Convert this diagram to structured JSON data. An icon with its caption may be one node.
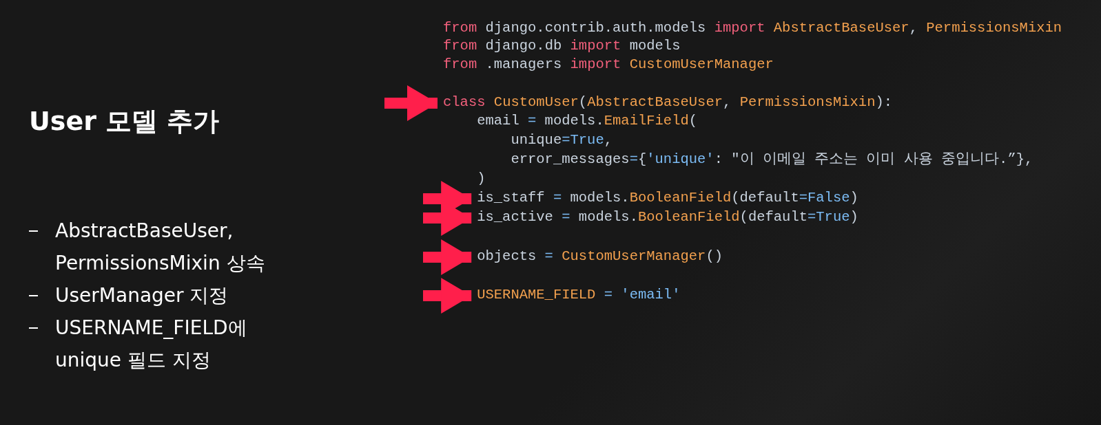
{
  "diagram": {
    "title": "User 모델 추가",
    "nodes": [
      {
        "text": [
          "class CustomUser(AbstractBaseUser, PermissionsMixin):"
        ]
      },
      {
        "text": [
          "is_staff = models.BooleanField(default=False)"
        ]
      },
      {
        "text": [
          "is_active = models.BooleanField(default=True)"
        ]
      },
      {
        "text": [
          "objects = CustomUserManager()"
        ]
      },
      {
        "text": [
          "USERNAME_FIELD = 'email'"
        ]
      }
    ],
    "edges": [
      {
        "from": null,
        "to": 0,
        "arrow": "to"
      },
      {
        "from": null,
        "to": 1,
        "arrow": "to"
      },
      {
        "from": null,
        "to": 2,
        "arrow": "to"
      },
      {
        "from": null,
        "to": 3,
        "arrow": "to"
      },
      {
        "from": null,
        "to": 4,
        "arrow": "to"
      }
    ],
    "labels": [
      "AbstractBaseUser, PermissionsMixin 상속",
      "UserManager 지정",
      "USERNAME_FIELD에 unique 필드 지정",
      "from django.contrib.auth.models import AbstractBaseUser, PermissionsMixin",
      "from django.db import models",
      "from .managers import CustomUserManager",
      "email = models.EmailField(",
      "unique=True,",
      "error_messages={'unique': \"이 이메일 주소는 이미 사용 중입니다.”},",
      ")"
    ]
  }
}
